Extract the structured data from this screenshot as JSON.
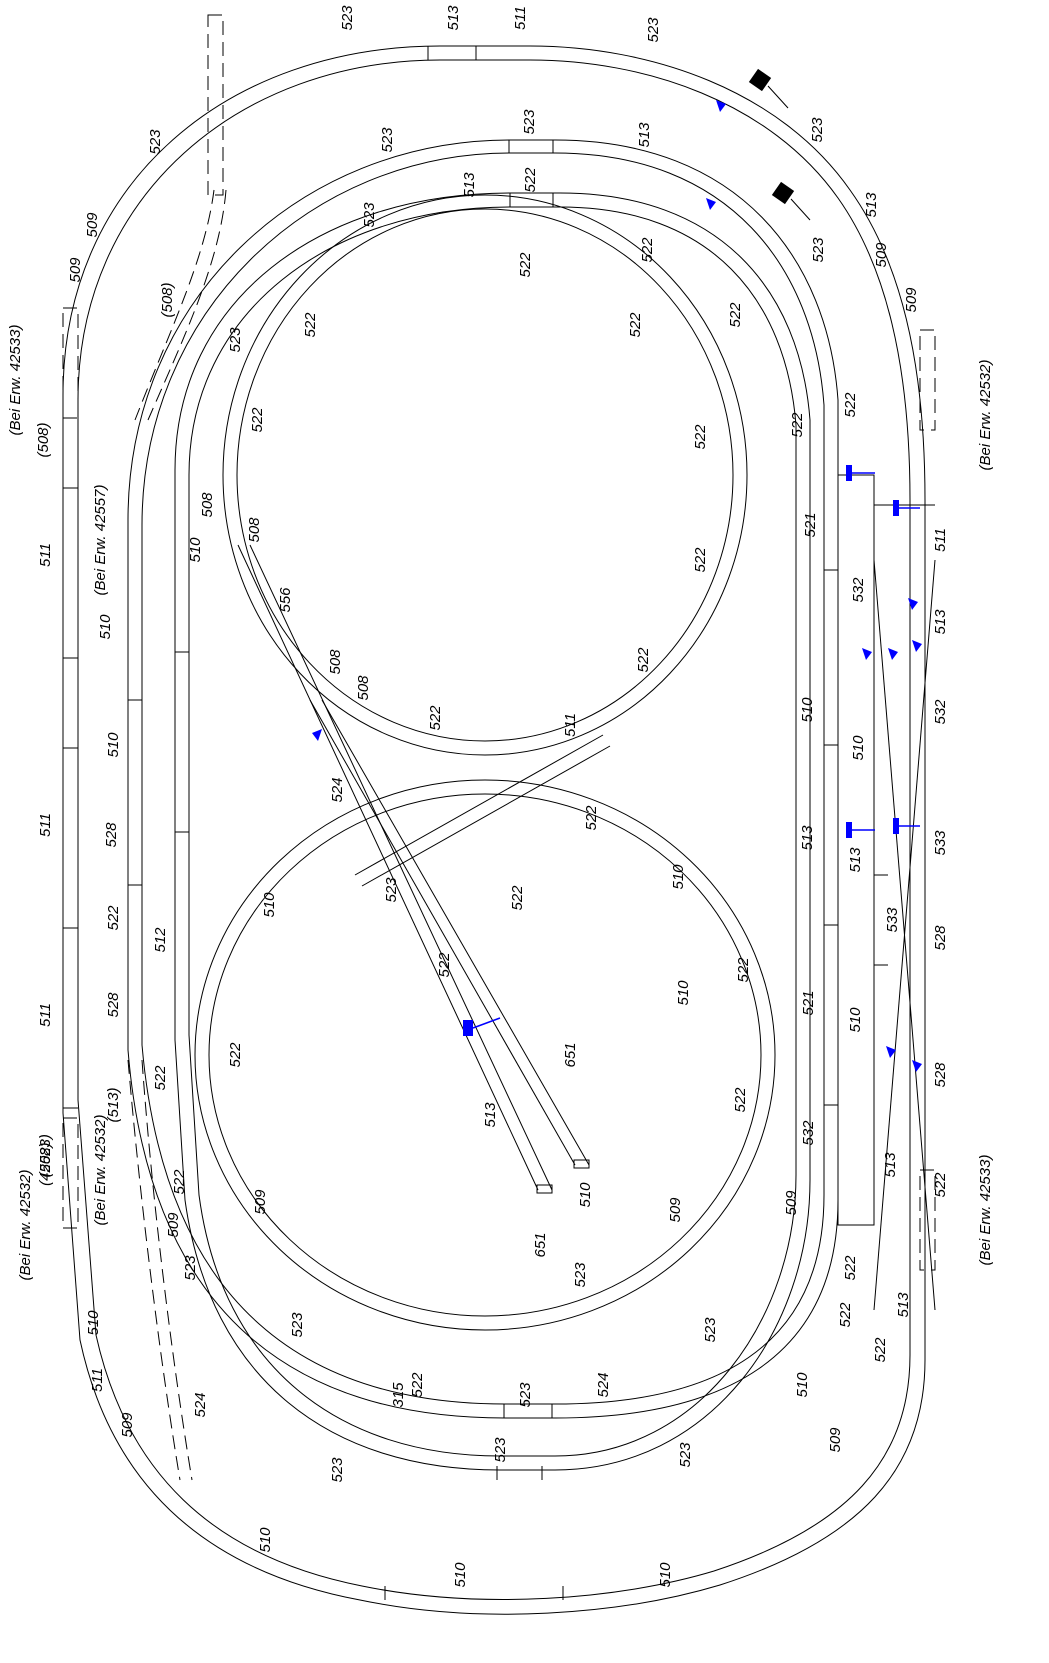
{
  "diagram": {
    "labels": [
      "523",
      "513",
      "511",
      "523",
      "523",
      "513",
      "523",
      "523",
      "513",
      "523",
      "522",
      "513",
      "523",
      "509",
      "509",
      "509",
      "523",
      "509",
      "522",
      "522",
      "522",
      "522",
      "522",
      "523",
      "522",
      "522",
      "522",
      "522",
      "522",
      "508",
      "508",
      "522",
      "510",
      "521",
      "532",
      "511",
      "513",
      "532",
      "556",
      "508",
      "508",
      "522",
      "511",
      "522",
      "510",
      "510",
      "513",
      "513",
      "533",
      "524",
      "510",
      "523",
      "522",
      "510",
      "512",
      "533",
      "528",
      "522",
      "522",
      "510",
      "521",
      "510",
      "651",
      "651",
      "510",
      "513",
      "532",
      "513",
      "528",
      "522",
      "522",
      "522",
      "522",
      "522",
      "509",
      "509",
      "509",
      "509",
      "523",
      "522",
      "522",
      "522",
      "513",
      "523",
      "523",
      "523",
      "315",
      "523",
      "524",
      "522",
      "510",
      "524",
      "509",
      "509",
      "523",
      "523",
      "523",
      "510",
      "510",
      "510",
      "510",
      "511",
      "511",
      "511",
      "511",
      "510",
      "510",
      "528",
      "522",
      "528",
      "(42523)",
      "(508)",
      "(508)",
      "(513)",
      "(508)"
    ],
    "notes": [
      "(Bei Erw. 42533)",
      "(Bei Erw. 42557)",
      "(Bei Erw. 42532)",
      "(Bei Erw. 42532)",
      "(Bei Erw. 42532)",
      "(Bei Erw. 42533)"
    ],
    "colors": {
      "track": "#000000",
      "signal": "#0000ff",
      "buffer": "#000000"
    },
    "icons": [
      "signal-icon",
      "buffer-stop-icon",
      "uncoupler-icon"
    ]
  }
}
